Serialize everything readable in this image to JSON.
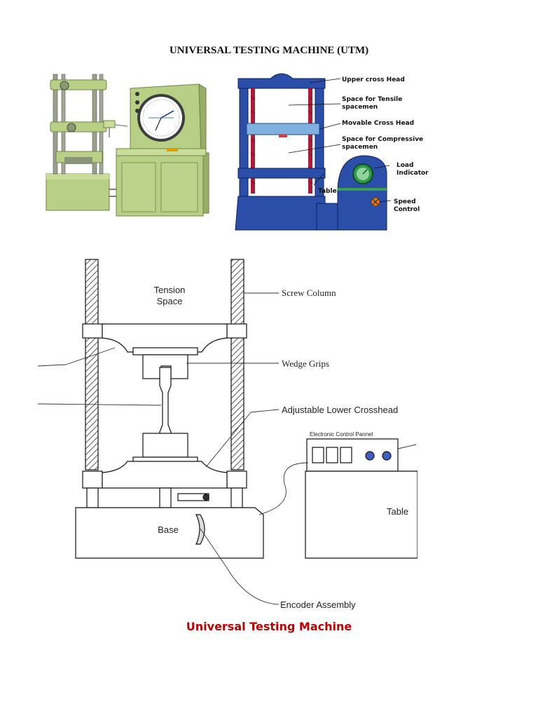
{
  "page": {
    "title": "UNIVERSAL TESTING MACHINE (UTM)",
    "caption": "Universal Testing Machine"
  },
  "top_diagram": {
    "labels": {
      "upper_cross_head": "Upper cross Head",
      "tensile_space_1": "Space for Tensile",
      "tensile_space_2": "spacemen",
      "movable_cross_head": "Movable Cross Head",
      "compressive_space_1": "Space for Compressive",
      "compressive_space_2": "spacemen",
      "load_indicator_1": "Load",
      "load_indicator_2": "Indicator",
      "table": "Table",
      "speed_control_1": "Speed",
      "speed_control_2": "Control"
    }
  },
  "schematic": {
    "labels": {
      "tension_space_1": "Tension",
      "tension_space_2": "Space",
      "screw_column": "Screw Column",
      "wedge_grips": "Wedge Grips",
      "lower_crosshead": "Adjustable Lower Crosshead",
      "control_panel": "Electronic Control Pannel",
      "table": "Table",
      "base": "Base",
      "encoder": "Encoder Assembly"
    }
  },
  "colors": {
    "caption": "#c00000",
    "machine_green": "#b8cf86",
    "frame_blue": "#2b4ea8",
    "screw_red": "#b01a3a"
  }
}
